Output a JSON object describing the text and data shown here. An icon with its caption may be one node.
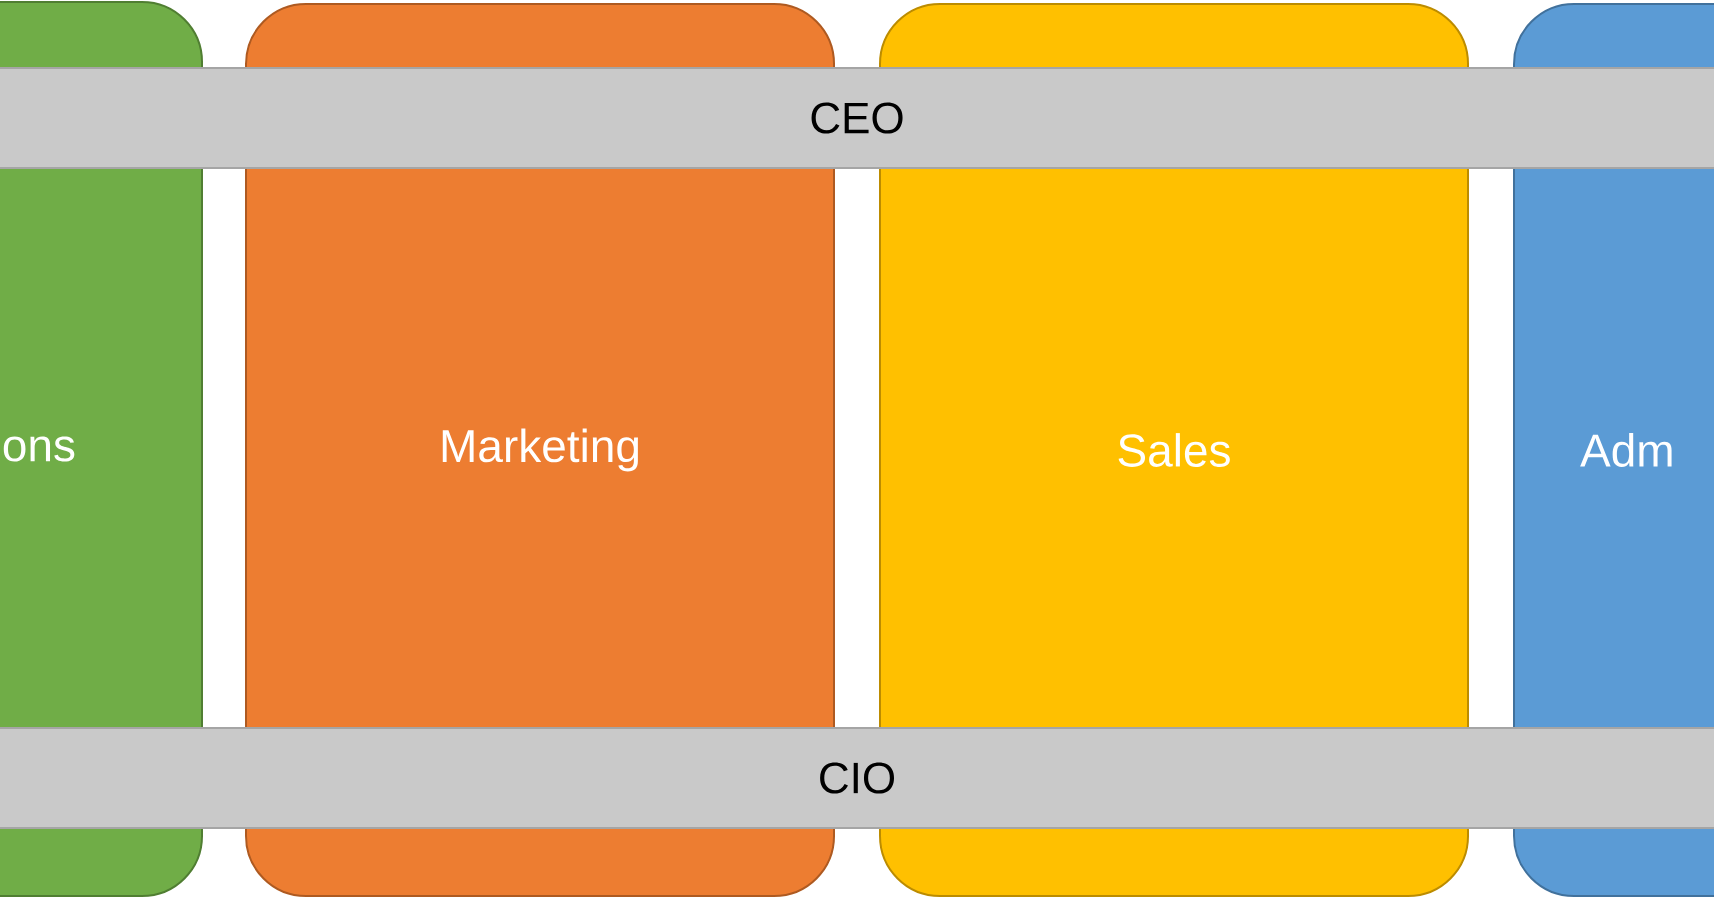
{
  "diagram": {
    "nodes": [
      {
        "text": [
          "ons"
        ]
      },
      {
        "text": [
          "Marketing"
        ]
      },
      {
        "text": [
          "Sales"
        ]
      },
      {
        "text": [
          "Adm"
        ]
      },
      {
        "text": [
          "CEO"
        ]
      },
      {
        "text": [
          "CIO"
        ]
      }
    ]
  }
}
